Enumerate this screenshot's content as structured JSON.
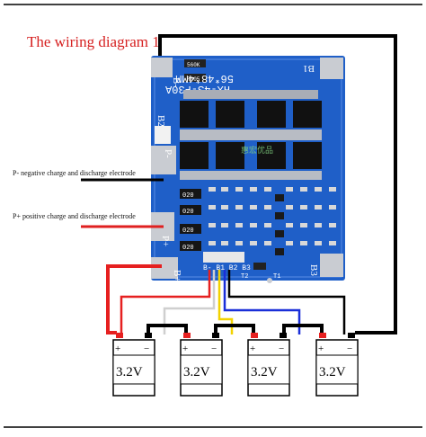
{
  "title": "The wiring diagram 1",
  "board": {
    "model": "HX-4S-F30A",
    "size": "56*48*4MM",
    "pad_labels": {
      "b_minus": "B-",
      "b1": "B1",
      "b2": "B2",
      "b3": "B3",
      "p_minus": "P-",
      "p_plus": "P+",
      "b_plus": "B+"
    },
    "resistor_codes": [
      "020",
      "020",
      "020",
      "020"
    ],
    "small_codes": {
      "r1": "560K",
      "r2": "R005"
    },
    "thermal_labels": [
      "T2",
      "T1"
    ],
    "connector_label": "B- B1 B2 B3 B+",
    "watermark": "惠宏优品"
  },
  "callouts": {
    "negative": "P- negative charge and discharge electrode",
    "positive": "P+ positive charge and discharge electrode"
  },
  "cells": [
    {
      "voltage": "3.2V",
      "plus": "+",
      "minus": "−"
    },
    {
      "voltage": "3.2V",
      "plus": "+",
      "minus": "−"
    },
    {
      "voltage": "3.2V",
      "plus": "+",
      "minus": "−"
    },
    {
      "voltage": "3.2V",
      "plus": "+",
      "minus": "−"
    }
  ],
  "colors": {
    "title_red": "#d62020",
    "board_blue": "#1f5fc8",
    "wire_red": "#e62020",
    "wire_black": "#000000",
    "wire_gray": "#cfcfcf",
    "wire_yellow": "#f2d200",
    "wire_blue": "#1a2fd8",
    "callout_red": "#e02020"
  }
}
